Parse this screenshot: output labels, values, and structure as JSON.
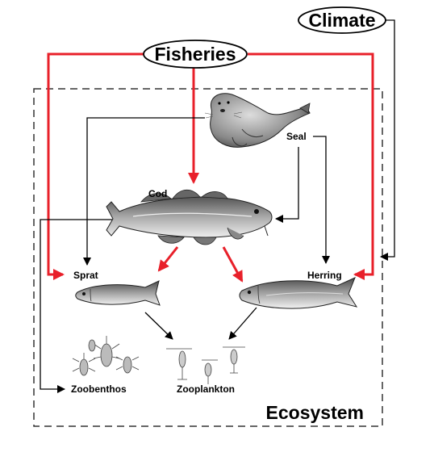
{
  "nodes": {
    "climate": "Climate",
    "fisheries": "Fisheries",
    "seal": "Seal",
    "cod": "Cod",
    "sprat": "Sprat",
    "herring": "Herring",
    "zoobenthos": "Zoobenthos",
    "zooplankton": "Zooplankton",
    "ecosystem": "Ecosystem"
  },
  "colors": {
    "fishing_pressure": "#e8202a",
    "trophic_link": "#000000",
    "boundary": "#333333"
  },
  "icons": [
    "seal-illustration",
    "cod-illustration",
    "sprat-illustration",
    "herring-illustration",
    "zoobenthos-illustration",
    "zooplankton-illustration"
  ]
}
